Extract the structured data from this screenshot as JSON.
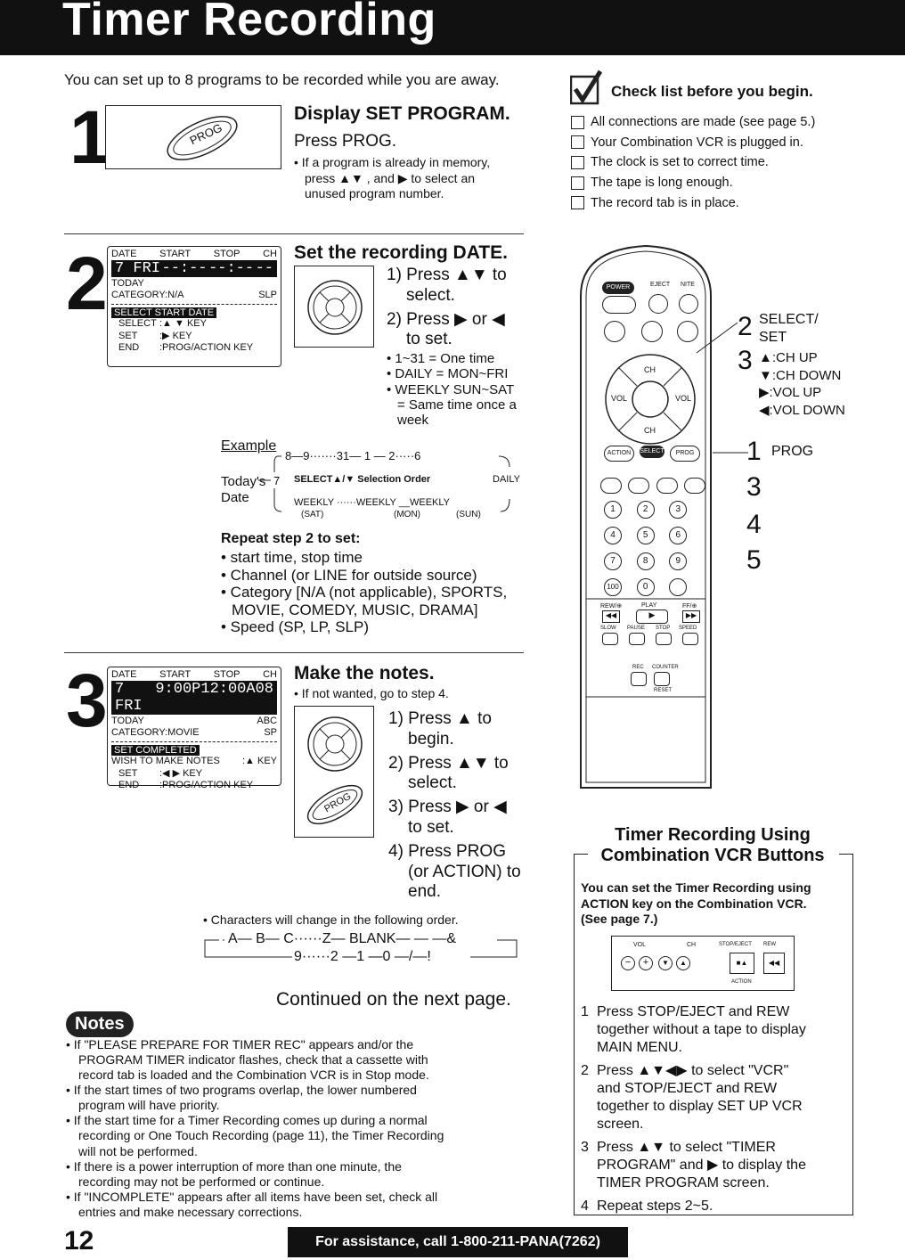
{
  "header": {
    "title": "Timer Recording"
  },
  "intro": "You can set up to 8 programs to be recorded while you are away.",
  "step1": {
    "num": "1",
    "title": "Display SET PROGRAM.",
    "instruction": "Press PROG.",
    "note_line1": "• If a program is already in memory,",
    "note_line2": "press ▲▼ , and ▶ to select an",
    "note_line3": "unused program number.",
    "button_label": "PROG"
  },
  "checklist": {
    "title": "Check list before you begin.",
    "items": [
      "All connections are made (see page 5.)",
      "Your Combination VCR is plugged in.",
      "The clock is set to correct time.",
      "The tape is long enough.",
      "The record tab is in place."
    ]
  },
  "step2": {
    "num": "2",
    "title": "Set the recording DATE.",
    "lcd": {
      "hdr_date": "DATE",
      "hdr_start": "START",
      "hdr_stop": "STOP",
      "hdr_ch": "CH",
      "val_date": "7 FRI",
      "val_start": "--:--",
      "val_stop": "--:--",
      "val_ch": "--",
      "today": "TODAY",
      "category": "CATEGORY:N/A",
      "speed": "SLP",
      "bar": "SELECT START DATE",
      "r1a": "SELECT",
      "r1b": ":▲ ▼ KEY",
      "r2a": "SET",
      "r2b": ":▶ KEY",
      "r3a": "END",
      "r3b": ":PROG/ACTION KEY"
    },
    "s1a": "1) Press ▲▼ to",
    "s1b": "select.",
    "s2a": "2) Press ▶ or ◀",
    "s2b": "to set.",
    "b1": "• 1~31 = One time",
    "b2": "• DAILY = MON~FRI",
    "b3": "• WEEKLY SUN~SAT",
    "b3b": "= Same time once a",
    "b3c": "week",
    "example": {
      "label": "Example",
      "today1": "Today's",
      "today2": "Date",
      "seven": "7",
      "top": "8—9·······31— 1 — 2·····6",
      "mid": "SELECT▲/▼ Selection Order",
      "daily": "DAILY",
      "weekly": "WEEKLY ······WEEKLY __WEEKLY",
      "sat": "(SAT)",
      "mon": "(MON)",
      "sun": "(SUN)"
    },
    "repeat_title": "Repeat step 2 to set:",
    "repeat_items": [
      "• start time, stop time",
      "• Channel (or LINE for outside source)",
      "• Category [N/A (not applicable), SPORTS,",
      "MOVIE, COMEDY, MUSIC, DRAMA]",
      "• Speed (SP, LP, SLP)"
    ]
  },
  "step3": {
    "num": "3",
    "title": "Make the notes.",
    "note": "• If not wanted, go to step 4.",
    "lcd": {
      "hdr_date": "DATE",
      "hdr_start": "START",
      "hdr_stop": "STOP",
      "hdr_ch": "CH",
      "val_date": "7 FRI",
      "val_start": "9:00P",
      "val_stop": "12:00A",
      "val_ch": "08",
      "today": "TODAY",
      "abc": "ABC",
      "category": "CATEGORY:MOVIE",
      "speed": "SP",
      "bar": "SET COMPLETED",
      "r1a": "WISH TO MAKE NOTES",
      "r1b": ":▲ KEY",
      "r2a": "SET",
      "r2b": ":◀ ▶ KEY",
      "r3a": "END",
      "r3b": ":PROG/ACTION KEY"
    },
    "s1a": "1) Press ▲ to",
    "s1b": "begin.",
    "s2a": "2) Press ▲▼ to",
    "s2b": "select.",
    "s3a": "3) Press ▶ or ◀",
    "s3b": "to set.",
    "s4a": "4) Press PROG",
    "s4b": "(or ACTION) to",
    "s4c": "end.",
    "chars_note": "• Characters will change in the following order.",
    "seq1": "A— B— C······Z— BLANK— — —&",
    "seq2": "9······2 —1 —0 —/—!",
    "continued": "Continued on the next page."
  },
  "remote": {
    "power": "POWER",
    "eject": "EJECT",
    "nite": "NITE",
    "select": "SELECT",
    "ch": "CH",
    "vol": "VOL",
    "action": "ACTION",
    "prog": "PROG",
    "play": "PLAY",
    "rewind": "REW/⊕",
    "ff": "FF/⊕",
    "slow": "SLOW",
    "pause": "PAUSE",
    "stop": "STOP",
    "speed": "SPEED",
    "rec": "REC",
    "counter": "COUNTER",
    "reset": "RESET",
    "digits": [
      "1",
      "2",
      "3",
      "4",
      "5",
      "6",
      "7",
      "8",
      "9",
      "100",
      "0",
      ""
    ]
  },
  "callouts": {
    "c2": "2",
    "c2a": "SELECT/",
    "c2b": "SET",
    "c3": "3",
    "c3a": "▲:CH UP",
    "c3b": "▼:CH DOWN",
    "c3c": "▶:VOL UP",
    "c3d": "◀:VOL DOWN",
    "c1": "1",
    "c1a": "PROG",
    "n3": "3",
    "n4": "4",
    "n5": "5"
  },
  "buttons_section": {
    "title1": "Timer Recording Using",
    "title2": "Combination VCR Buttons",
    "bold1": "You can set the Timer Recording using",
    "bold2": "ACTION key on the Combination VCR.",
    "bold3": "(See page 7.)",
    "panel_vol": "VOL",
    "panel_ch": "CH",
    "panel_stop": "STOP/EJECT",
    "panel_rew": "REW",
    "panel_action": "ACTION",
    "steps": [
      {
        "n": "1",
        "lines": [
          "Press STOP/EJECT and REW",
          "together without a tape to display",
          "MAIN MENU."
        ]
      },
      {
        "n": "2",
        "lines": [
          "Press ▲▼◀▶ to select \"VCR\"",
          "and STOP/EJECT and REW",
          "together to display SET UP VCR",
          "screen."
        ]
      },
      {
        "n": "3",
        "lines": [
          "Press ▲▼ to select \"TIMER",
          "PROGRAM\" and ▶ to display the",
          "TIMER PROGRAM screen."
        ]
      },
      {
        "n": "4",
        "lines": [
          "Repeat steps 2~5."
        ]
      }
    ]
  },
  "notes": {
    "label": "Notes",
    "items": [
      [
        "• If \"PLEASE PREPARE FOR TIMER REC\" appears and/or the",
        "PROGRAM TIMER indicator flashes, check that a cassette with",
        "record tab is loaded and the Combination VCR is in Stop mode."
      ],
      [
        "• If the start times of two programs overlap, the lower numbered",
        "program will have priority."
      ],
      [
        "• If the start time for a Timer Recording comes up during a normal",
        "recording or One Touch Recording (page 11), the Timer Recording",
        "will not be performed."
      ],
      [
        "• If there is a power interruption of more than one minute, the",
        "recording may not be performed or continue."
      ],
      [
        "• If \"INCOMPLETE\" appears after all items have been set, check all",
        "entries and make necessary corrections."
      ]
    ]
  },
  "footer": {
    "page": "12",
    "assist": "For assistance, call 1-800-211-PANA(7262)"
  }
}
